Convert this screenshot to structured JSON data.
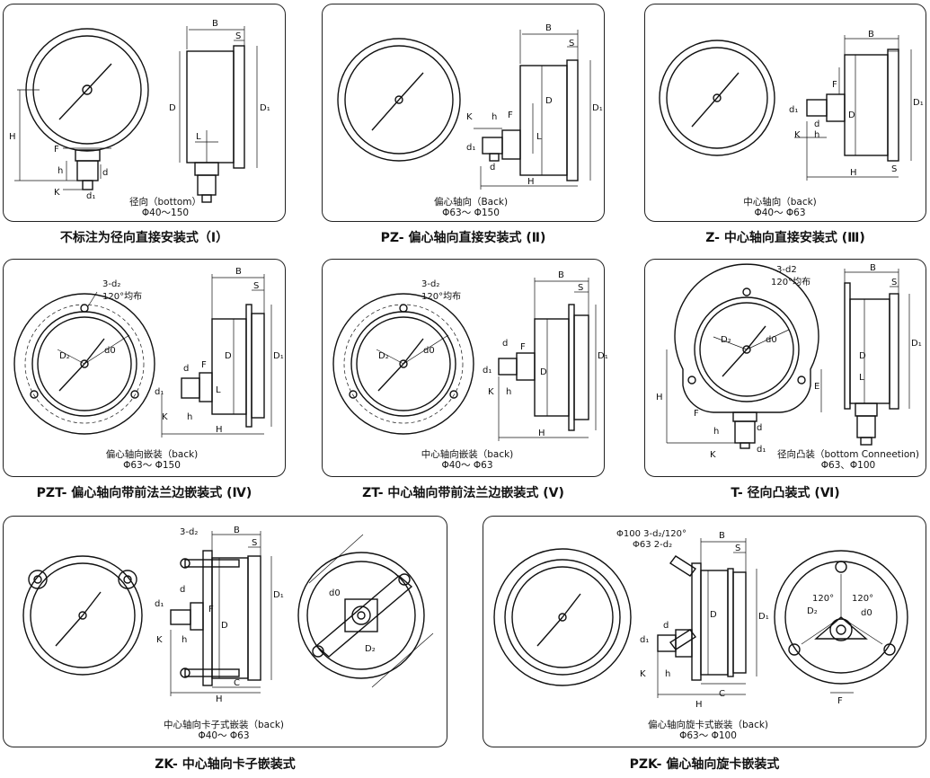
{
  "panels": [
    {
      "id": "p1",
      "desc": "径向（bottom）",
      "range": "Φ40～150",
      "caption": "不标注为径向直接安装式（Ⅰ）"
    },
    {
      "id": "p2",
      "desc": "偏心轴向（Back)",
      "range": "Φ63～ Φ150",
      "caption": "PZ- 偏心轴向直接安装式 (Ⅱ)"
    },
    {
      "id": "p3",
      "desc": "中心轴向（back)",
      "range": "Φ40～ Φ63",
      "caption": "Z- 中心轴向直接安装式 (Ⅲ)"
    },
    {
      "id": "p4",
      "desc": "偏心轴向嵌装（back)",
      "range": "Φ63～ Φ150",
      "caption": "PZT- 偏心轴向带前法兰边嵌装式 (Ⅳ)"
    },
    {
      "id": "p5",
      "desc": "中心轴向嵌装（back)",
      "range": "Φ40～ Φ63",
      "caption": "ZT- 中心轴向带前法兰边嵌装式 (Ⅴ)"
    },
    {
      "id": "p6",
      "desc": "径向凸装（bottom Conneetion)",
      "range": "Φ63、Φ100",
      "caption": "T- 径向凸装式 (Ⅵ)"
    },
    {
      "id": "p7",
      "desc": "中心轴向卡子式嵌装（back)",
      "range": "Φ40～ Φ63",
      "caption": "ZK- 中心轴向卡子嵌装式"
    },
    {
      "id": "p8",
      "desc": "偏心轴向旋卡式嵌装（back)",
      "range": "Φ63～ Φ100",
      "caption": "PZK- 偏心轴向旋卡嵌装式"
    }
  ],
  "dims": {
    "B": "B",
    "S": "S",
    "D": "D",
    "D1": "D₁",
    "H": "H",
    "h": "h",
    "F": "F",
    "d": "d",
    "d1": "d₁",
    "K": "K",
    "L": "L",
    "E": "E",
    "C": "C",
    "d0": "d0",
    "D2": "D₂",
    "hole_note": "3-d₂",
    "hole_note_b": "3-d2",
    "hole_note_c": "3-d₂/120°",
    "hole_spread": "120°均布",
    "angle": "120°",
    "phi100": "Φ100",
    "phi63": "Φ63 2-d₂"
  }
}
